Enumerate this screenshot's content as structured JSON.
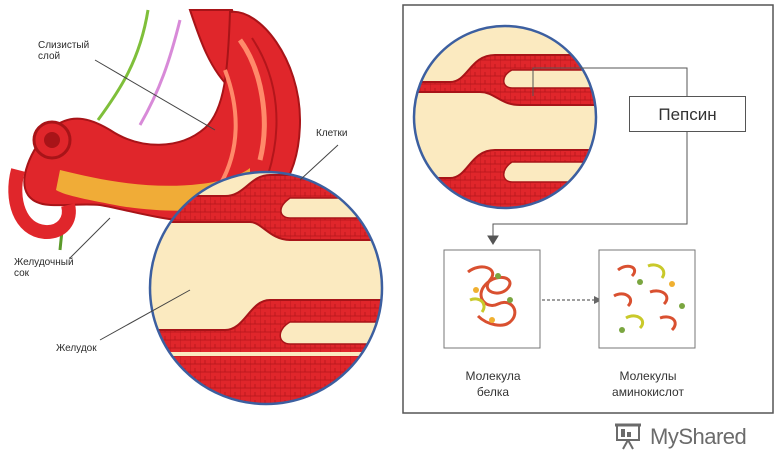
{
  "labels": {
    "mucosa": "Слизистый\nслой",
    "cells": "Клетки",
    "gastric_juice": "Желудочный\nсок",
    "lumen": "Желудок",
    "pepsin": "Пепсин",
    "protein_molecule": "Молекула\nбелка",
    "amino_molecules": "Молекулы\nаминокислот"
  },
  "watermark": {
    "brand": "MyShared"
  },
  "colors": {
    "tissue_red": "#e0262b",
    "tissue_dark": "#a81418",
    "lumen_cream": "#fbeac0",
    "juice_yellow": "#f2c43a",
    "circle_blue": "#3c5fa0",
    "green_nerve": "#7fbf3a",
    "pink_vessel": "#d88ad8"
  }
}
